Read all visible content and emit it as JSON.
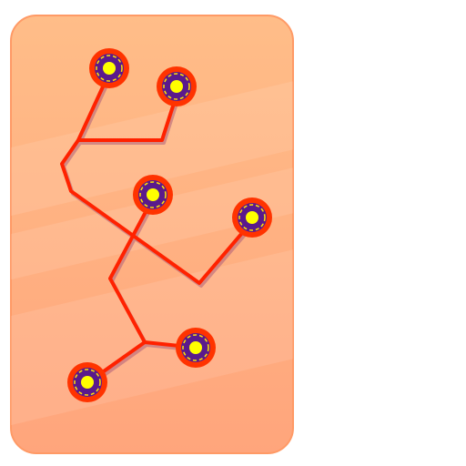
{
  "board": {
    "name": "puzzle-board",
    "colors": {
      "panel_top": "#ffbd88",
      "panel_bottom": "#ffa57c",
      "panel_border": "#ff9a66",
      "stripe_light": "#ffffff",
      "path": "#ff2200",
      "path_shadow": "#b0607a",
      "node_ring": "#ff3300",
      "node_disc": "#5a1a8c",
      "node_dash": "#ffe600",
      "node_core": "#ffff00"
    }
  },
  "nodes": [
    {
      "id": "node-1",
      "icon": "orb-node-icon"
    },
    {
      "id": "node-2",
      "icon": "orb-node-icon"
    },
    {
      "id": "node-3",
      "icon": "orb-node-icon"
    },
    {
      "id": "node-4",
      "icon": "orb-node-icon"
    },
    {
      "id": "node-5",
      "icon": "orb-node-icon"
    },
    {
      "id": "node-6",
      "icon": "orb-node-icon"
    }
  ]
}
